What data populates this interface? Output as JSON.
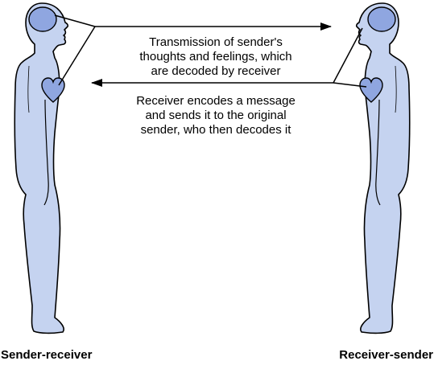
{
  "message_forward": {
    "line1": "Transmission of sender's",
    "line2": "thoughts and feelings, which",
    "line3": "are decoded by receiver"
  },
  "message_reply": {
    "line1": "Receiver encodes a message",
    "line2": "and sends it to the original",
    "line3": "sender, who then decodes it"
  },
  "labels": {
    "left": "Sender-receiver",
    "right": "Receiver-sender"
  },
  "colors": {
    "body_fill": "#c5d3f0",
    "organ_fill": "#8fa6e0",
    "outline": "#000000"
  }
}
